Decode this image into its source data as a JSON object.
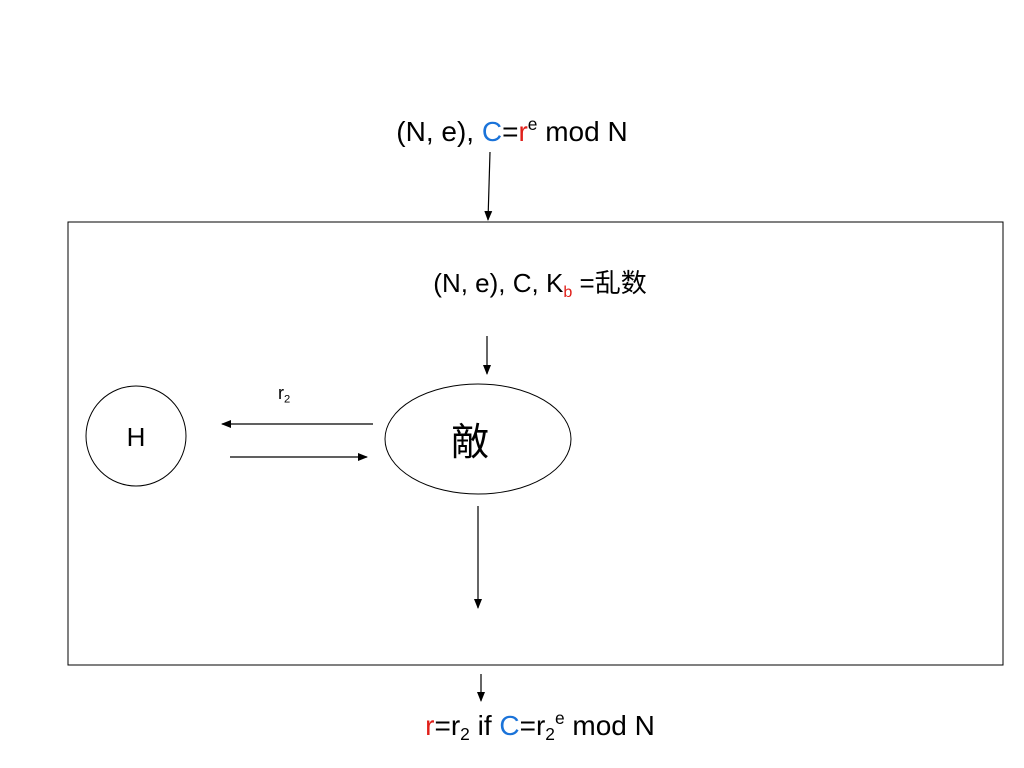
{
  "top_formula": {
    "prefix": "(N, e), ",
    "c": "C",
    "eq": "=",
    "r": "r",
    "exp": "e",
    "suffix": " mod N"
  },
  "inner_formula": {
    "prefix": "(N, e), C,  K",
    "sub_b": "b",
    "suffix": " =乱数"
  },
  "oracle": {
    "label": "H",
    "query_label": "r",
    "query_sub": "2"
  },
  "adversary": {
    "label": "敵"
  },
  "bottom_formula": {
    "r": "r",
    "eq1": "=r",
    "sub1": "2",
    "if_text": " if ",
    "c": "C",
    "eq2": "=r",
    "sub2": "2",
    "exp": "e",
    "suffix": " mod N"
  },
  "colors": {
    "highlight_blue": "#1a73d9",
    "highlight_red": "#e0201a"
  }
}
